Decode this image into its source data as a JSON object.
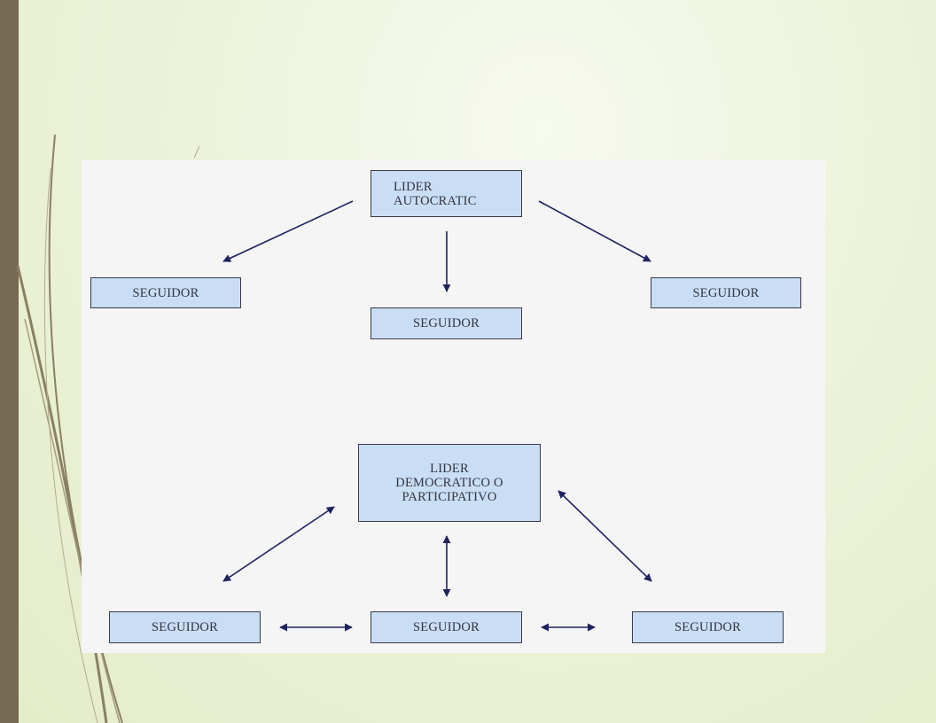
{
  "diagram": {
    "autocratic": {
      "leader": [
        "LIDER",
        "AUTOCRATIC"
      ],
      "followers": [
        "SEGUIDOR",
        "SEGUIDOR",
        "SEGUIDOR"
      ]
    },
    "democratic": {
      "leader": [
        "LIDER",
        "DEMOCRATICO O",
        "PARTICIPATIVO"
      ],
      "followers": [
        "SEGUIDOR",
        "SEGUIDOR",
        "SEGUIDOR"
      ]
    }
  },
  "colors": {
    "box_fill": "#c9def5",
    "arrow": "#1e2260",
    "side_bar": "#766b52"
  }
}
